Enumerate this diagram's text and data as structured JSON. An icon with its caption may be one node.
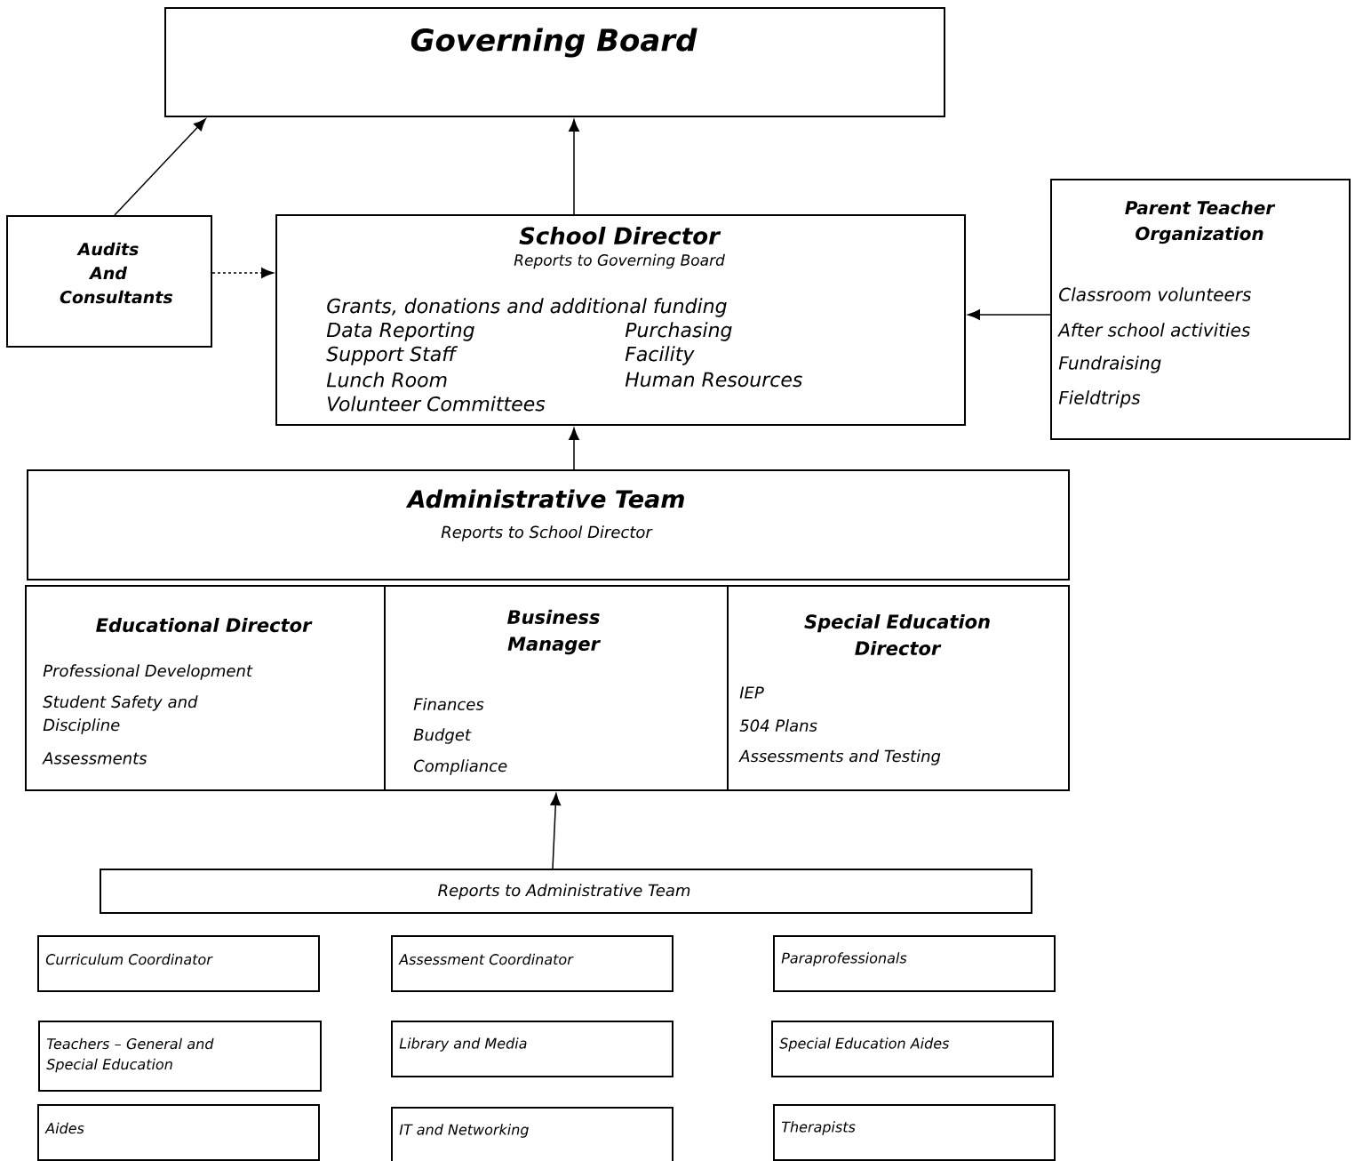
{
  "diagram": {
    "nodes": [
      {
        "text": [
          "Governing Board"
        ]
      },
      {
        "text": [
          "Audits And Consultants"
        ]
      },
      {
        "text": [
          "School Director",
          "Reports to Governing Board",
          "Grants, donations and additional funding",
          "Data Reporting",
          "Purchasing",
          "Support Staff",
          "Facility",
          "Lunch Room",
          "Human Resources",
          "Volunteer Committees"
        ]
      },
      {
        "text": [
          "Parent Teacher Organization",
          "Classroom volunteers",
          "After school activities",
          "Fundraising",
          "Fieldtrips"
        ]
      },
      {
        "text": [
          "Administrative Team",
          "Reports to School Director"
        ]
      },
      {
        "text": [
          "Educational Director",
          "Professional Development",
          "Student Safety and Discipline",
          "Assessments"
        ]
      },
      {
        "text": [
          "Business Manager",
          "Finances",
          "Budget",
          "Compliance"
        ]
      },
      {
        "text": [
          "Special Education Director",
          "IEP",
          "504 Plans",
          "Assessments and Testing"
        ]
      },
      {
        "text": [
          "Reports to Administrative Team"
        ]
      },
      {
        "text": [
          "Curriculum Coordinator"
        ]
      },
      {
        "text": [
          "Assessment Coordinator"
        ]
      },
      {
        "text": [
          "Paraprofessionals"
        ]
      },
      {
        "text": [
          "Teachers – General and Special Education"
        ]
      },
      {
        "text": [
          "Library and Media"
        ]
      },
      {
        "text": [
          "Special Education Aides"
        ]
      },
      {
        "text": [
          "Aides"
        ]
      },
      {
        "text": [
          "IT and Networking"
        ]
      },
      {
        "text": [
          "Therapists"
        ]
      }
    ],
    "edges": [
      {
        "from": 1,
        "to": 0,
        "arrow": "to"
      },
      {
        "from": 2,
        "to": 0,
        "arrow": "to"
      },
      {
        "from": 1,
        "to": 2,
        "arrow": "to",
        "style": "dashed"
      },
      {
        "from": 3,
        "to": 2,
        "arrow": "to"
      },
      {
        "from": 4,
        "to": 2,
        "arrow": "to"
      },
      {
        "from": 8,
        "to": 6,
        "arrow": "to"
      }
    ]
  }
}
